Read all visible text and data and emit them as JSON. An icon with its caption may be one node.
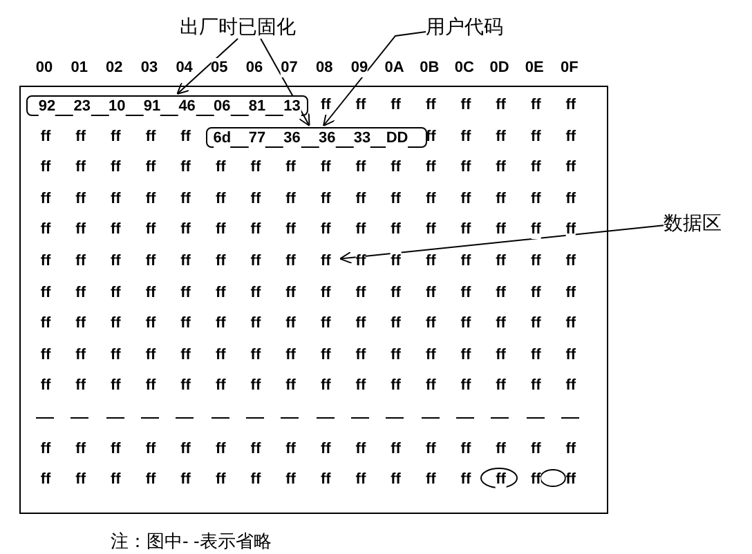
{
  "diagram": {
    "caption": "注：图中- -表示省略",
    "nodes": [
      {
        "text": [
          "出厂时已固化"
        ]
      },
      {
        "text": [
          "用户代码"
        ]
      },
      {
        "text": [
          "数据区"
        ]
      },
      {
        "text": [],
        "shape": "box"
      },
      {
        "text": [
          "92",
          "23",
          "10",
          "91",
          "46",
          "06",
          "81",
          "13"
        ],
        "in": 3
      },
      {
        "text": [
          "6d",
          "77",
          "36",
          "36",
          "33",
          "DD"
        ],
        "in": 3
      },
      {
        "text": [
          "ff"
        ],
        "in": 3
      }
    ],
    "edges": [
      {
        "from": 0,
        "to": 4,
        "arrow": "to"
      },
      {
        "from": 0,
        "to": 5,
        "arrow": "to"
      },
      {
        "from": 1,
        "to": 5,
        "arrow": "to"
      },
      {
        "from": 2,
        "to": 6,
        "arrow": "to"
      }
    ],
    "labels": [
      "00",
      "01",
      "02",
      "03",
      "04",
      "05",
      "06",
      "07",
      "08",
      "09",
      "0A",
      "0B",
      "0C",
      "0D",
      "0E",
      "0F",
      "ff",
      "ff",
      "ff",
      "ff",
      "ff",
      "ff",
      "ff",
      "ff",
      "ff",
      "ff",
      "ff",
      "ff",
      "ff",
      "ff",
      "ff",
      "ff",
      "ff",
      "ff",
      "ff",
      "ff",
      "ff",
      "ff",
      "ff",
      "ff",
      "ff",
      "ff",
      "ff",
      "ff",
      "ff",
      "ff",
      "ff",
      "ff",
      "ff",
      "ff",
      "ff",
      "ff",
      "ff",
      "ff",
      "ff",
      "ff",
      "ff",
      "ff",
      "ff",
      "ff",
      "ff",
      "ff",
      "ff",
      "ff",
      "ff",
      "ff",
      "ff",
      "ff",
      "ff",
      "ff",
      "ff",
      "ff",
      "ff",
      "ff",
      "ff",
      "ff",
      "ff",
      "ff",
      "ff",
      "ff",
      "ff",
      "ff",
      "ff",
      "ff",
      "ff",
      "ff",
      "ff",
      "ff",
      "ff",
      "ff",
      "ff",
      "ff",
      "ff",
      "ff",
      "ff",
      "ff",
      "ff",
      "ff",
      "ff",
      "ff",
      "ff",
      "ff",
      "ff",
      "ff",
      "ff",
      "ff",
      "ff",
      "ff",
      "ff",
      "ff",
      "ff",
      "ff",
      "ff",
      "ff",
      "ff",
      "ff",
      "ff",
      "ff",
      "ff",
      "ff",
      "ff",
      "ff",
      "ff",
      "ff",
      "ff",
      "ff",
      "ff",
      "ff",
      "ff",
      "ff",
      "ff",
      "ff",
      "ff",
      "ff",
      "ff",
      "ff",
      "ff",
      "ff",
      "ff",
      "ff",
      "ff",
      "ff",
      "ff",
      "ff",
      "ff",
      "ff",
      "ff",
      "ff",
      "ff",
      "ff",
      "ff",
      "ff",
      "ff",
      "ff",
      "ff",
      "ff",
      "ff",
      "ff",
      "ff",
      "ff",
      "ff",
      "ff",
      "ff",
      "ff",
      "ff",
      "ff",
      "ff",
      "ff",
      "ff",
      "ff",
      "ff",
      "ff",
      "ff",
      "ff",
      "ff",
      "ff",
      "ff",
      "ff",
      "ff",
      "ff",
      "ff",
      "ff",
      "ff",
      "ff",
      "ff",
      "ff",
      "ff",
      "ff",
      "ff",
      "ff",
      "ff",
      "ff",
      "ff"
    ]
  }
}
